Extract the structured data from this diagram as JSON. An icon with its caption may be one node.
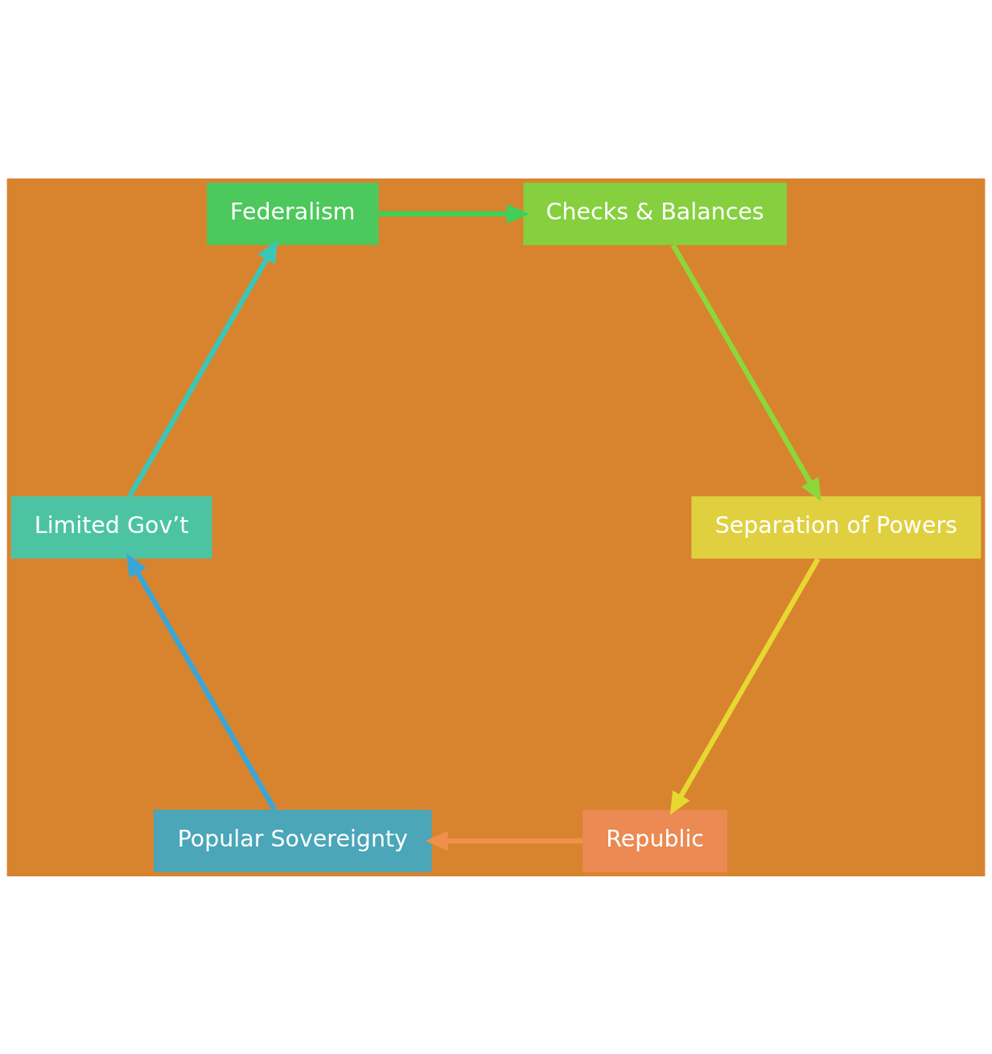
{
  "diagram": {
    "nodes": [
      {
        "text": [
          "Republic"
        ]
      },
      {
        "text": [
          "Popular Sovereignty"
        ]
      },
      {
        "text": [
          "Limited Gov’t"
        ]
      },
      {
        "text": [
          "Federalism"
        ]
      },
      {
        "text": [
          "Checks & Balances"
        ]
      },
      {
        "text": [
          "Separation of Powers"
        ]
      }
    ],
    "edges": [
      {
        "from": 0,
        "to": 1,
        "arrow": "to",
        "color": "#f0904a"
      },
      {
        "from": 1,
        "to": 2,
        "arrow": "to",
        "color": "#3aa6d8"
      },
      {
        "from": 2,
        "to": 3,
        "arrow": "to",
        "color": "#3cc6b8"
      },
      {
        "from": 3,
        "to": 4,
        "arrow": "to",
        "color": "#3ed058"
      },
      {
        "from": 4,
        "to": 5,
        "arrow": "to",
        "color": "#8cd83a"
      },
      {
        "from": 5,
        "to": 0,
        "arrow": "to",
        "color": "#e6d830"
      }
    ]
  }
}
